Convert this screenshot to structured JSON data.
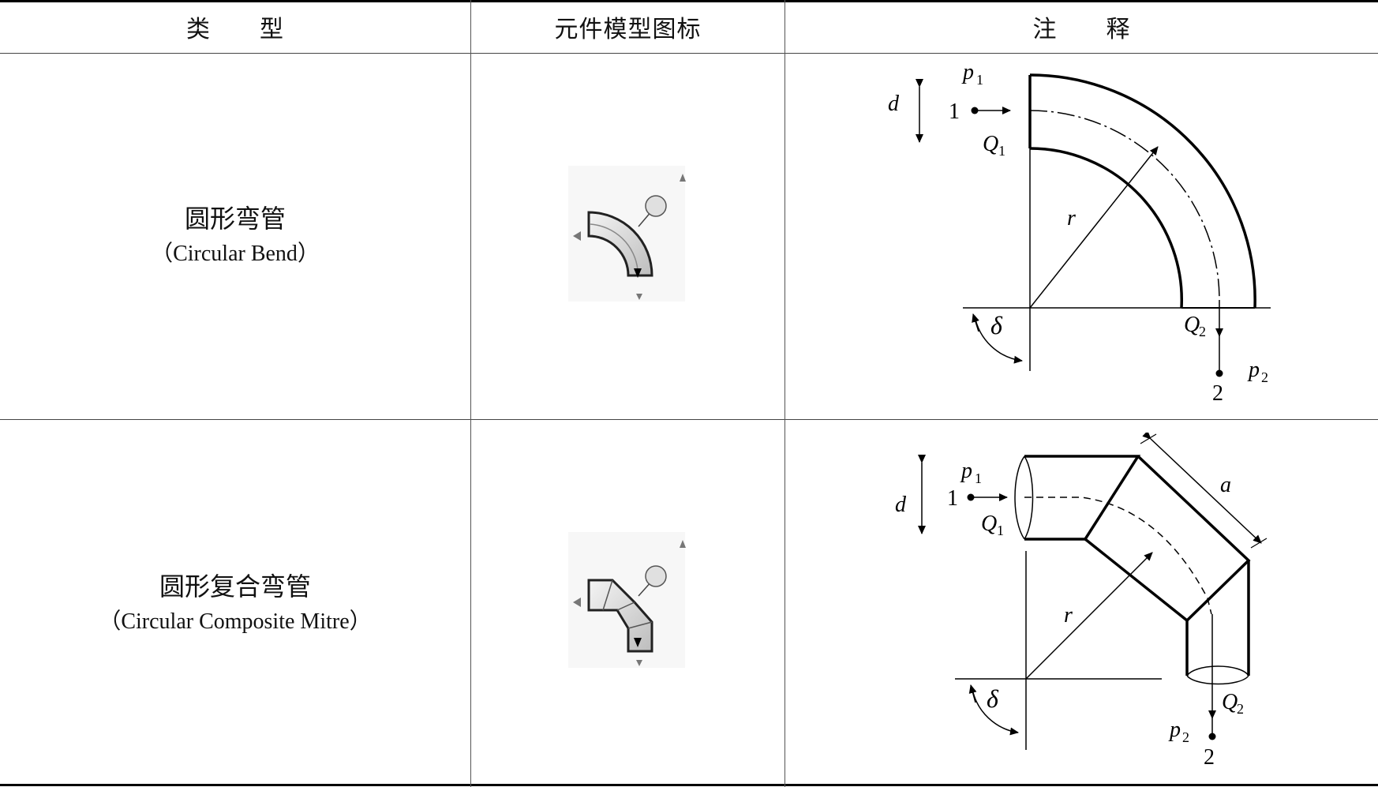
{
  "header": {
    "col_type": "类　　型",
    "col_icon": "元件模型图标",
    "col_note": "注　　释"
  },
  "rows": [
    {
      "name_cn": "圆形弯管",
      "name_en": "（Circular Bend）",
      "labels": {
        "p1": "p",
        "p1_sub": "1",
        "n1": "1",
        "q1": "Q",
        "q1_sub": "1",
        "d": "d",
        "r": "r",
        "delta": "δ",
        "q2": "Q",
        "q2_sub": "2",
        "p2": "p",
        "p2_sub": "2",
        "n2": "2"
      }
    },
    {
      "name_cn": "圆形复合弯管",
      "name_en": "（Circular Composite Mitre）",
      "labels": {
        "p1": "p",
        "p1_sub": "1",
        "n1": "1",
        "q1": "Q",
        "q1_sub": "1",
        "d": "d",
        "r": "r",
        "a": "a",
        "delta": "δ",
        "q2": "Q",
        "q2_sub": "2",
        "p2": "p",
        "p2_sub": "2",
        "n2": "2"
      }
    }
  ]
}
